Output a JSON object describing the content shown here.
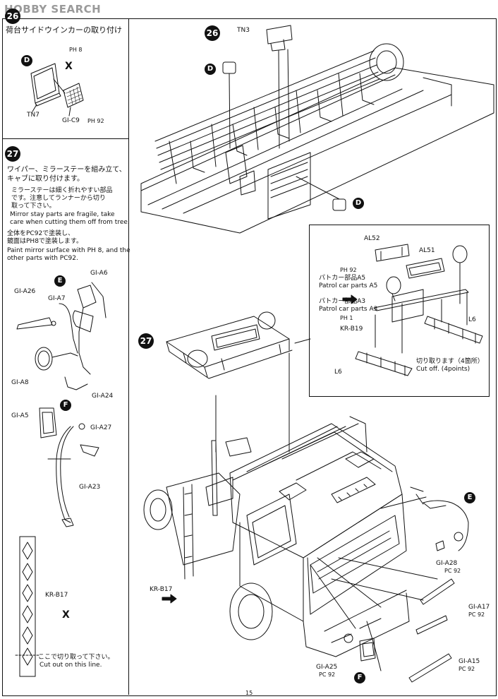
{
  "watermark": "HOBBY SEARCH",
  "steps": {
    "s26_left": "26",
    "s26_main": "26",
    "s27_left": "27",
    "s27_main": "27"
  },
  "left26": {
    "title": "荷台サイドウインカーの取り付け",
    "marker": "D",
    "paint_top": "PH 8",
    "cut_marks": "X",
    "tn7": "TN7",
    "gic9": "GI-C9",
    "gic9_paint": "PH 92"
  },
  "left27": {
    "title_line1": "ワイパー、ミラーステーを組み立て、",
    "title_line2": "キャブに取り付けます。",
    "note_jp1": "ミラーステーは細く折れやすい部品",
    "note_jp2": "です。注意してランナーから切り",
    "note_jp3": "取って下さい。",
    "note_en1": "Mirror stay parts are fragile, take",
    "note_en2": "care when cutting them off from tree.",
    "paint_jp1": "全体をPC92で塗装し、",
    "paint_jp2": "鏡面はPH8で塗装します。",
    "paint_en1": "Paint mirror surface with PH 8, and the",
    "paint_en2": "other parts with PC92.",
    "marker_e": "E",
    "marker_f": "F",
    "gia6": "GI-A6",
    "gia7": "GI-A7",
    "gia26": "GI-A26",
    "gia8": "GI-A8",
    "gia24": "GI-A24",
    "gia5": "GI-A5",
    "gia27": "GI-A27",
    "gia23": "GI-A23",
    "krb17": "KR-B17",
    "cut_jp": "ここで切り取って下さい。",
    "cut_en": "Cut out on this line."
  },
  "main": {
    "tn3": "TN3",
    "marker_d_top": "D",
    "marker_d_bottom": "D"
  },
  "inset": {
    "al52": "AL52",
    "al51": "AL51",
    "paint_ph92": "PH 92",
    "patrol_a5_jp": "パトカー部品A5",
    "patrol_a5_en": "Patrol car parts A5",
    "patrol_a3_jp": "パトカー部品A3",
    "patrol_a3_en": "Patrol car parts A3",
    "paint_ph1": "PH 1",
    "krb19": "KR-B19",
    "l6_right": "L6",
    "l6_left": "L6",
    "cut_jp": "切り取ります（4箇所）",
    "cut_en": "Cut off. (4points)"
  },
  "truck": {
    "krb17": "KR-B17",
    "marker_e": "E",
    "marker_f": "F",
    "gia28": "GI-A28",
    "gia28_paint": "PC 92",
    "gia17": "GI-A17",
    "gia17_paint": "PC 92",
    "gia25": "GI-A25",
    "gia25_paint": "PC 92",
    "gia15": "GI-A15",
    "gia15_paint": "PC 92"
  },
  "page_number": "15"
}
